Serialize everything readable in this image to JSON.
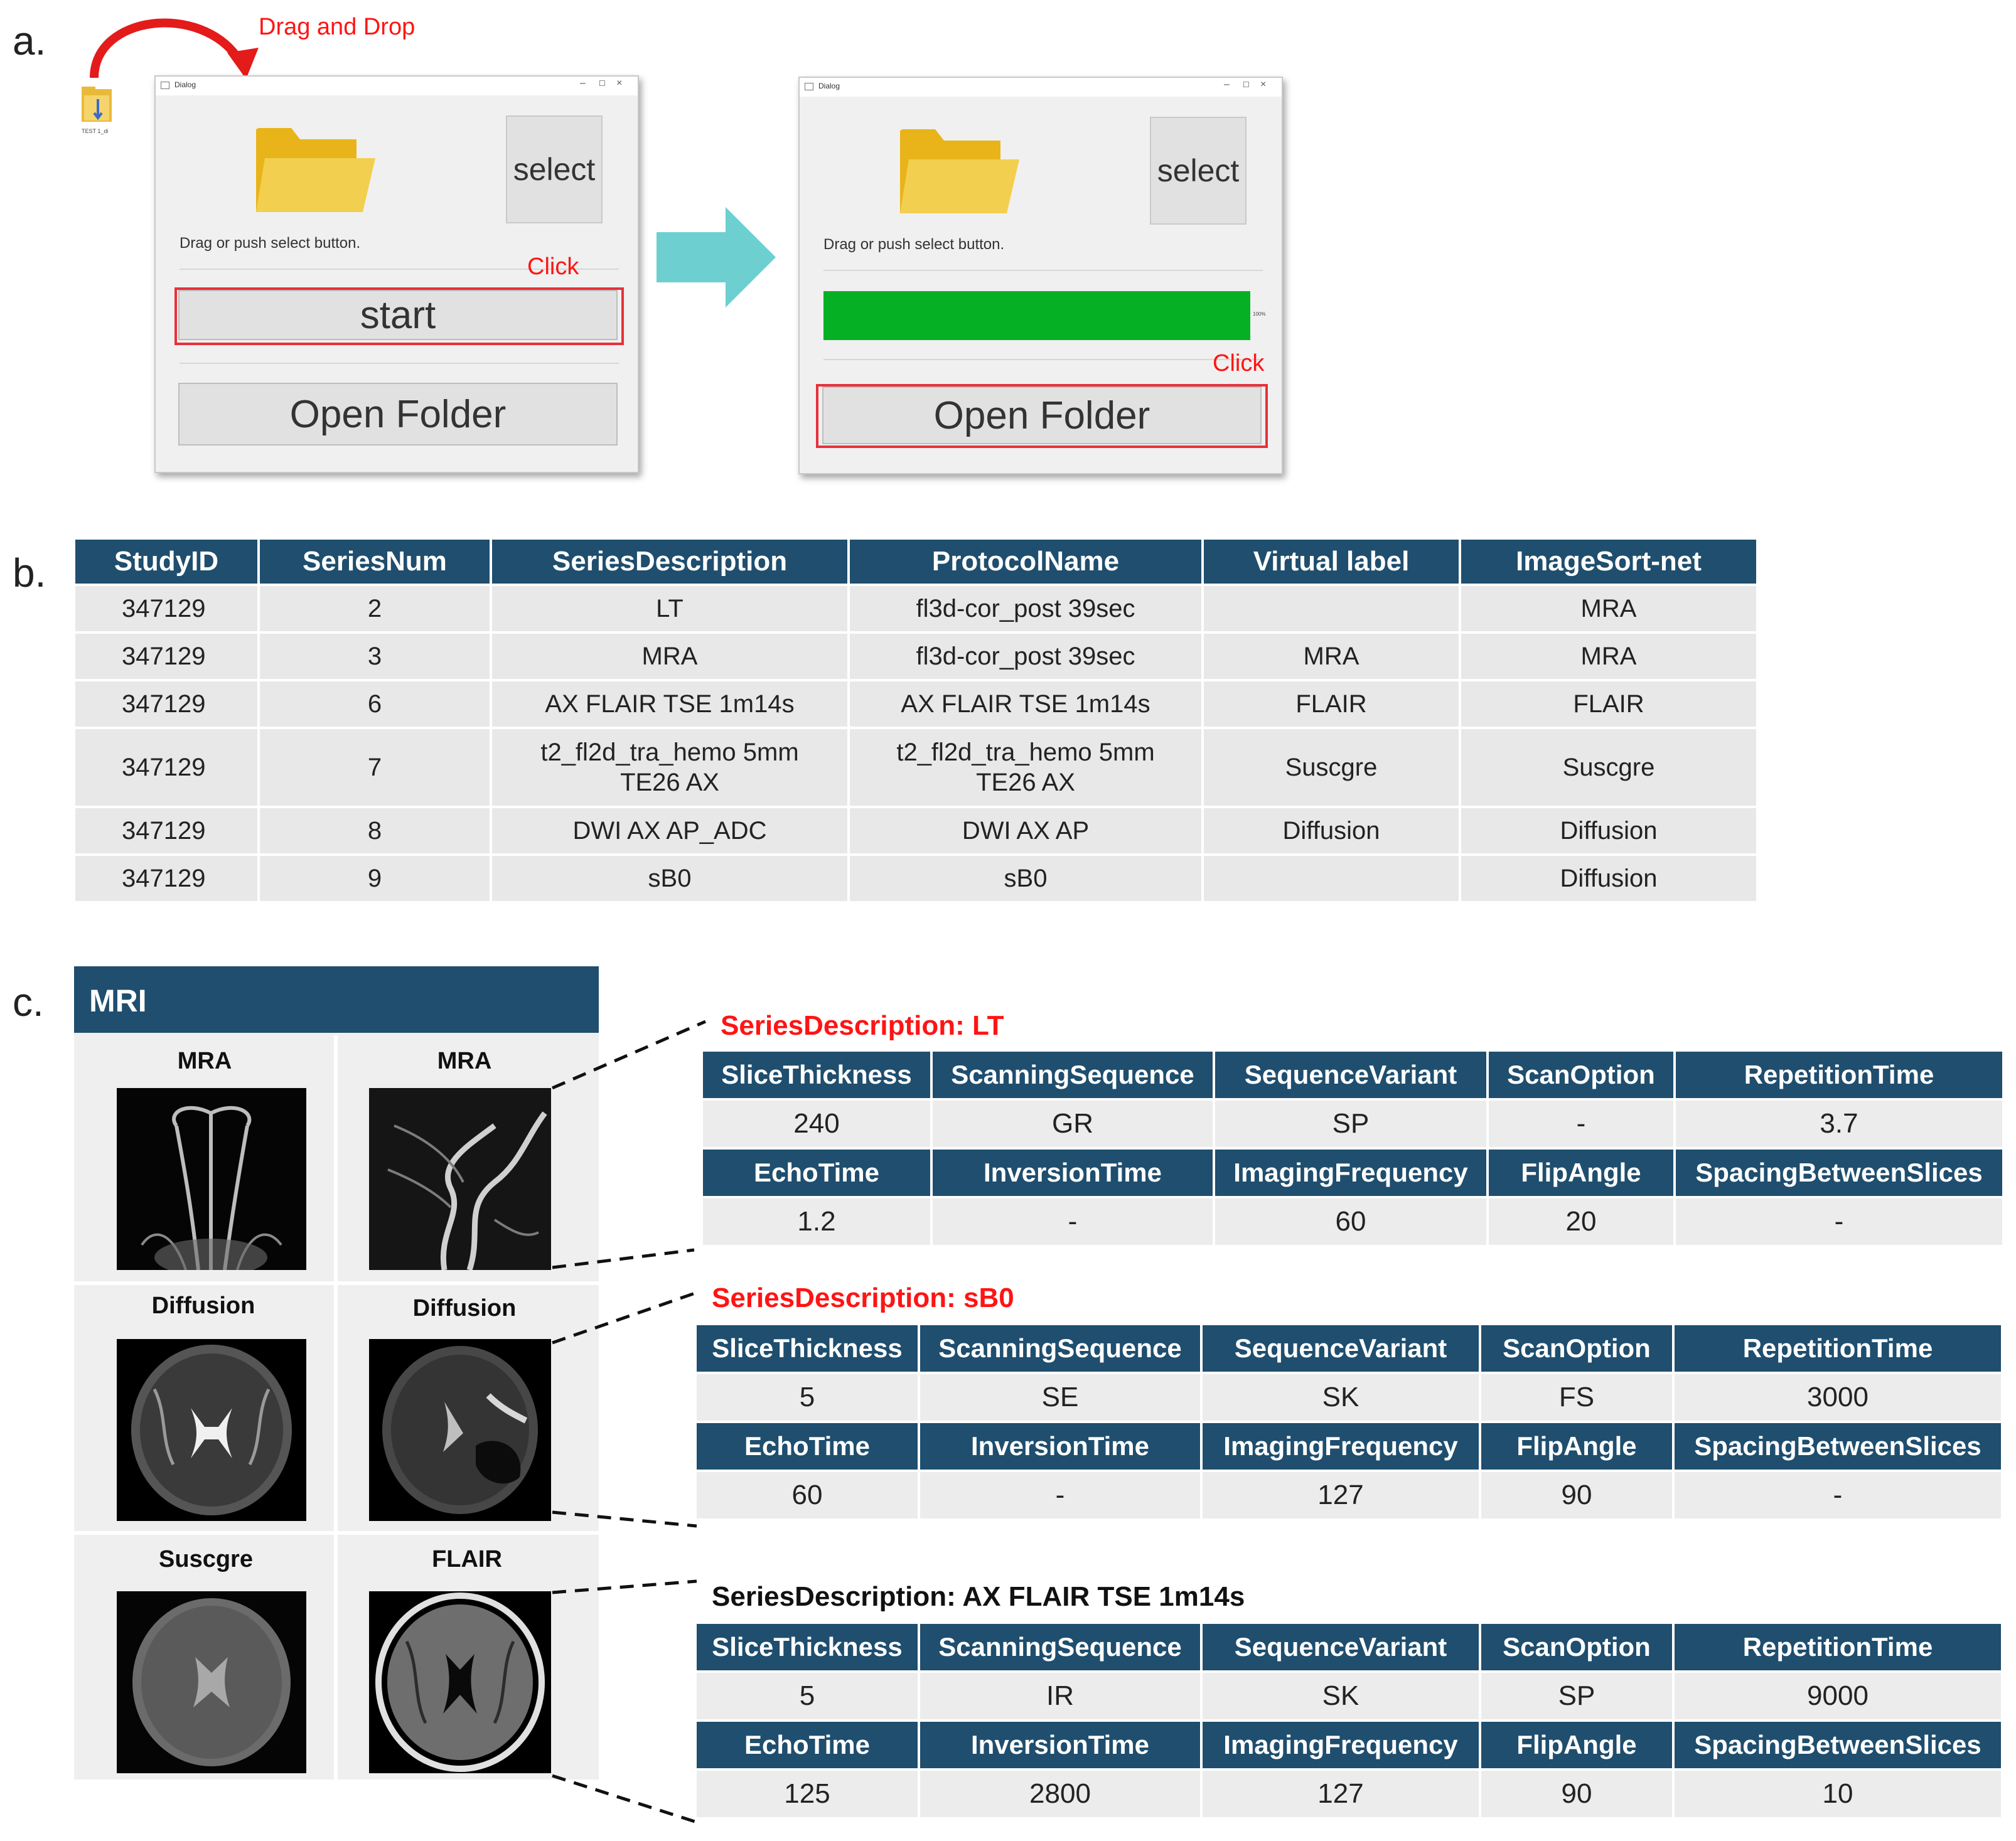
{
  "section_letters": {
    "a": "a.",
    "b": "b.",
    "c": "c."
  },
  "part_a": {
    "drag_drop_label": "Drag and Drop",
    "dropped_file_name": "TEST 1_di",
    "dialog_title": "Dialog",
    "select_label": "select",
    "drag_hint": "Drag or push select button.",
    "start_label": "start",
    "open_folder_label": "Open Folder",
    "click_label": "Click",
    "progress_percent": 100,
    "progress_text": "100%",
    "accent_red": "#e8303a",
    "arrow_color": "#6dcfd0",
    "progress_color": "#06b025"
  },
  "part_b": {
    "columns": [
      "StudyID",
      "SeriesNum",
      "SeriesDescription",
      "ProtocolName",
      "Virtual label",
      "ImageSort-net"
    ],
    "rows": [
      [
        "347129",
        "2",
        "LT",
        "fl3d-cor_post 39sec",
        "",
        "MRA"
      ],
      [
        "347129",
        "3",
        "MRA",
        "fl3d-cor_post 39sec",
        "MRA",
        "MRA"
      ],
      [
        "347129",
        "6",
        "AX FLAIR TSE 1m14s",
        "AX FLAIR TSE 1m14s",
        "FLAIR",
        "FLAIR"
      ],
      [
        "347129",
        "7",
        "t2_fl2d_tra_hemo 5mm\nTE26 AX",
        "t2_fl2d_tra_hemo 5mm\nTE26 AX",
        "Suscgre",
        "Suscgre"
      ],
      [
        "347129",
        "8",
        "DWI AX AP_ADC",
        "DWI AX AP",
        "Diffusion",
        "Diffusion"
      ],
      [
        "347129",
        "9",
        "sB0",
        "sB0",
        "",
        "Diffusion"
      ]
    ],
    "header_color": "#1f4e6e"
  },
  "part_c": {
    "panel_title": "MRI",
    "images": [
      {
        "label": "MRA"
      },
      {
        "label": "MRA"
      },
      {
        "label": "Diffusion"
      },
      {
        "label": "Diffusion"
      },
      {
        "label": "Suscgre"
      },
      {
        "label": "FLAIR"
      }
    ],
    "param_tables": [
      {
        "caption": "SeriesDescription: LT",
        "caption_color": "#ff1414",
        "row1_headers": [
          "SliceThickness",
          "ScanningSequence",
          "SequenceVariant",
          "ScanOption",
          "RepetitionTime"
        ],
        "row1_values": [
          "240",
          "GR",
          "SP",
          "-",
          "3.7"
        ],
        "row2_headers": [
          "EchoTime",
          "InversionTime",
          "ImagingFrequency",
          "FlipAngle",
          "SpacingBetweenSlices"
        ],
        "row2_values": [
          "1.2",
          "-",
          "60",
          "20",
          "-"
        ]
      },
      {
        "caption": "SeriesDescription: sB0",
        "caption_color": "#ff1414",
        "row1_headers": [
          "SliceThickness",
          "ScanningSequence",
          "SequenceVariant",
          "ScanOption",
          "RepetitionTime"
        ],
        "row1_values": [
          "5",
          "SE",
          "SK",
          "FS",
          "3000"
        ],
        "row2_headers": [
          "EchoTime",
          "InversionTime",
          "ImagingFrequency",
          "FlipAngle",
          "SpacingBetweenSlices"
        ],
        "row2_values": [
          "60",
          "-",
          "127",
          "90",
          "-"
        ]
      },
      {
        "caption": "SeriesDescription: AX FLAIR TSE 1m14s",
        "caption_color": "#111111",
        "row1_headers": [
          "SliceThickness",
          "ScanningSequence",
          "SequenceVariant",
          "ScanOption",
          "RepetitionTime"
        ],
        "row1_values": [
          "5",
          "IR",
          "SK",
          "SP",
          "9000"
        ],
        "row2_headers": [
          "EchoTime",
          "InversionTime",
          "ImagingFrequency",
          "FlipAngle",
          "SpacingBetweenSlices"
        ],
        "row2_values": [
          "125",
          "2800",
          "127",
          "90",
          "10"
        ]
      }
    ]
  }
}
